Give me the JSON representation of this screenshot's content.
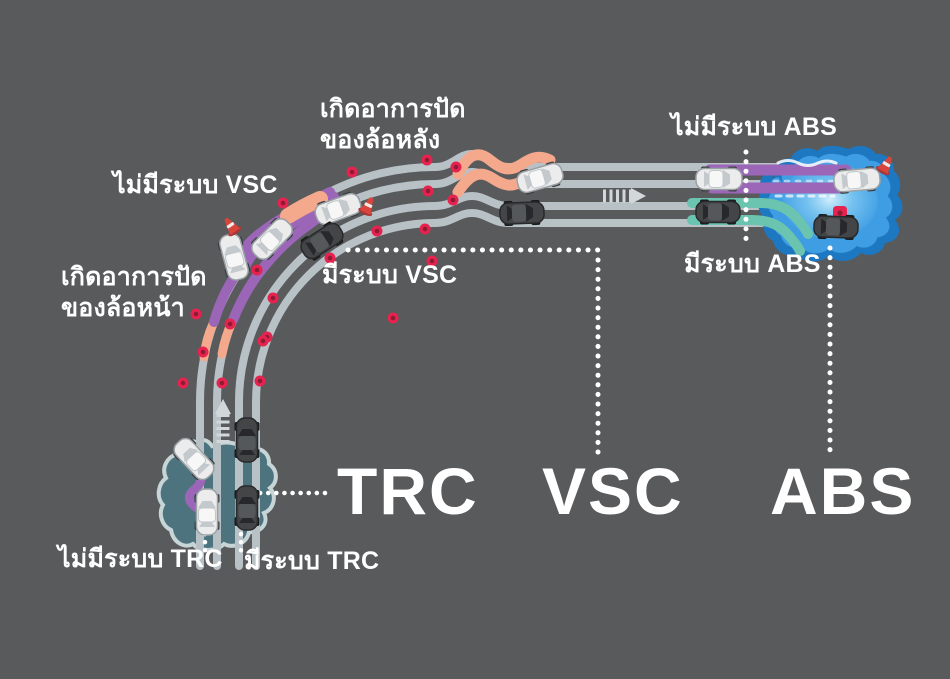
{
  "colors": {
    "bg": "#595a5c",
    "road": "#b7c1c6",
    "purple": "#9c66b8",
    "orange": "#f4a88c",
    "teal": "#6ac4b0",
    "red": "#e6234e",
    "pud-outer": "#1d77c1",
    "pud-inner": "#3f9de4",
    "pud-trc": "#4d747e",
    "pud-trc-edge": "#c7d5d7",
    "text": "#ffffff"
  },
  "legend": {
    "trc": "TRC",
    "vsc": "VSC",
    "abs": "ABS"
  },
  "annotations": {
    "rear_swerve": {
      "line1": "เกิดอาการปัด",
      "line2": "ของล้อหลัง"
    },
    "front_swerve": {
      "line1": "เกิดอาการปัด",
      "line2": "ของล้อหน้า"
    },
    "no_vsc": "ไม่มีระบบ VSC",
    "with_vsc": "มีระบบ VSC",
    "no_abs": "ไม่มีระบบ ABS",
    "with_abs": "มีระบบ ABS",
    "no_trc": "ไม่มีระบบ TRC",
    "with_trc": "มีระบบ TRC"
  },
  "icons": {
    "car_white": "white-car-top-view (vehicle without the safety system)",
    "car_black": "black-car-top-view (vehicle with the safety system)",
    "traffic_cone": "fallen red traffic cone",
    "hazard_dot": "red hazard dot along road edge",
    "stop_marker": "red square stop marker",
    "direction_arrow": "dashed travel-direction arrow",
    "water_puddle": "blue slippery water puddle",
    "wet_patch": "dark teal wet road patch"
  }
}
